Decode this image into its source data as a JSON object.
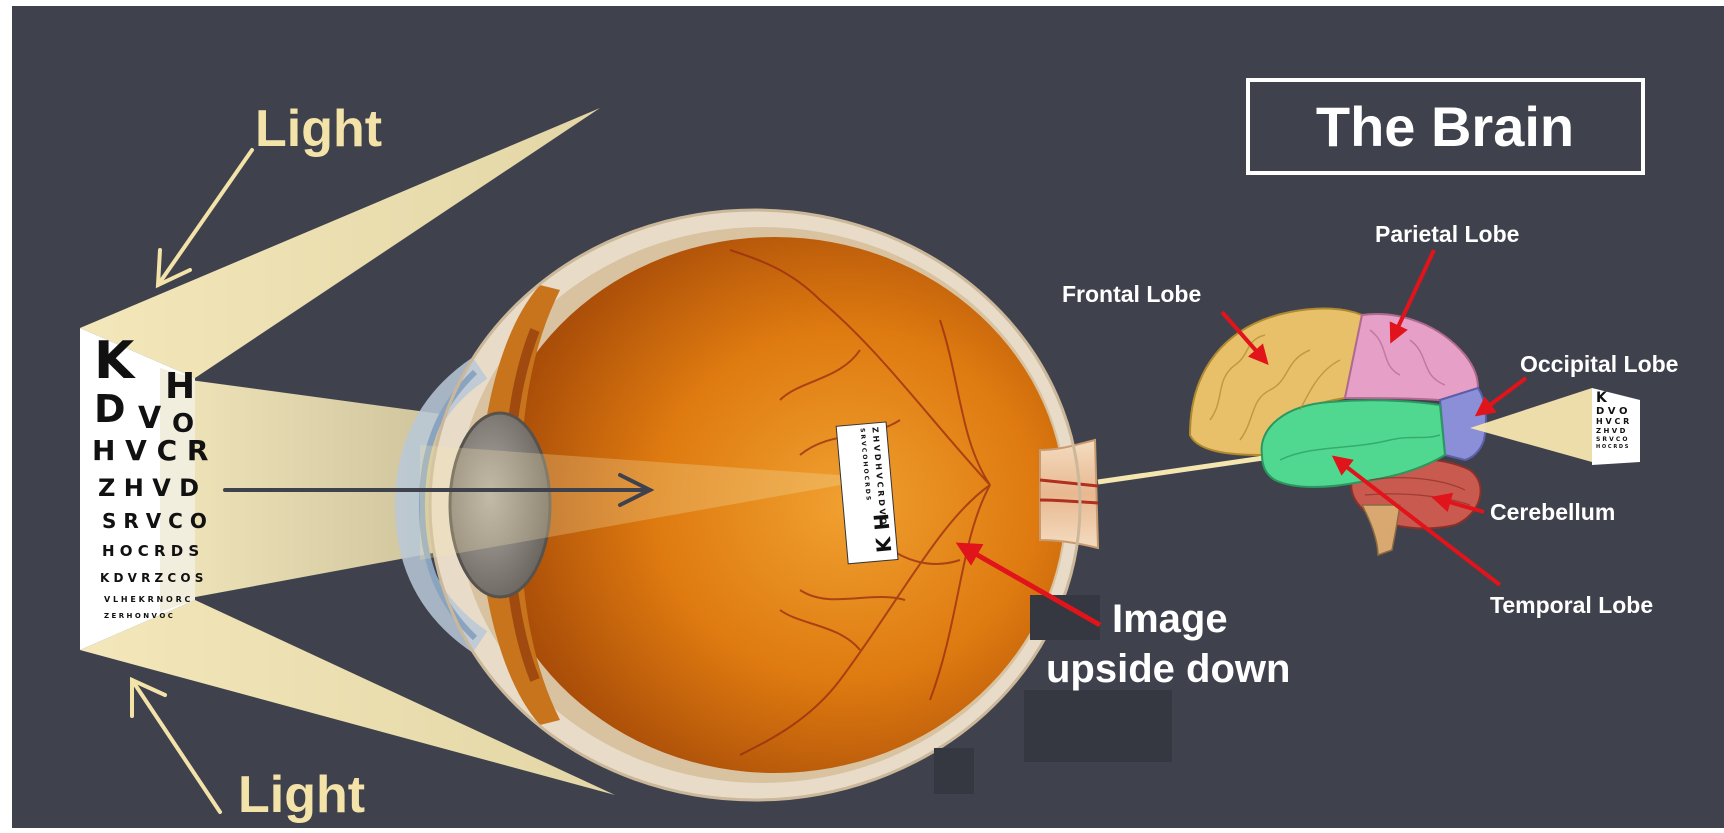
{
  "labels": {
    "light_top": "Light",
    "light_bottom": "Light",
    "image_line1": "Image",
    "image_line2": "upside down",
    "brain_title": "The Brain"
  },
  "lobes": {
    "frontal": "Frontal Lobe",
    "parietal": "Parietal Lobe",
    "occipital": "Occipital Lobe",
    "cerebellum": "Cerebellum",
    "temporal": "Temporal Lobe"
  },
  "eye_chart_rows": [
    "K H",
    "D V O",
    "H V C R",
    "Z H V D",
    "S R V C O",
    "H O C R D S",
    "K D V R Z C O S",
    "V L H E K R N O R C",
    "Z E R H O N V O C"
  ],
  "colors": {
    "background": "#3f424d",
    "light_beam": "#f5e6b0",
    "arrow_red": "#e0141a",
    "eye_orange": "#e07b10",
    "frontal": "#e8c06a",
    "parietal": "#e6a0c8",
    "occipital": "#8a8fd8",
    "temporal": "#50d890",
    "cerebellum": "#c85a50"
  },
  "icons": [
    "eye-anatomy-illustration",
    "brain-lobes-illustration",
    "snellen-eye-chart"
  ]
}
